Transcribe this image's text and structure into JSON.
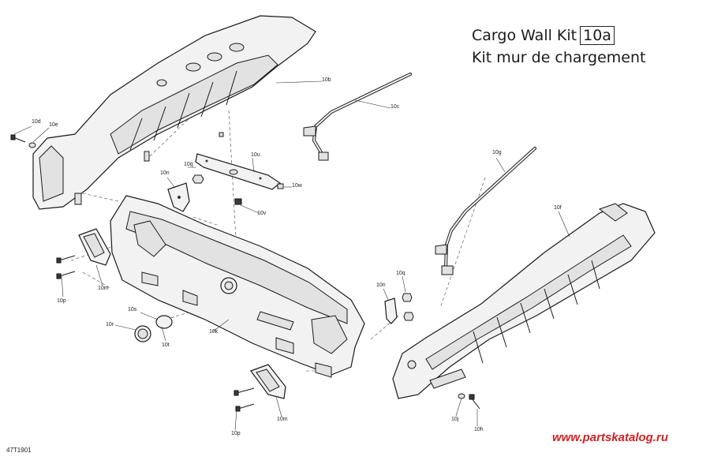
{
  "title": {
    "line1": "Cargo Wall Kit",
    "kit_ref": "10a",
    "line2": "Kit mur de chargement"
  },
  "callouts": {
    "b": "10b",
    "c": "10c",
    "d": "10d",
    "e": "10e",
    "f": "10f",
    "g": "10g",
    "h": "10h",
    "j": "10j",
    "k": "10k",
    "m1": "10m",
    "m2": "10m",
    "n1": "10n",
    "n2": "10n",
    "p1": "10p",
    "p2": "10p",
    "q1": "10q",
    "q2": "10q",
    "r": "10r",
    "s": "10s",
    "t": "10t",
    "u": "10u",
    "v": "10v",
    "w": "10w"
  },
  "figure_ref": "47T1901",
  "watermark": "www.partskatalog.ru"
}
